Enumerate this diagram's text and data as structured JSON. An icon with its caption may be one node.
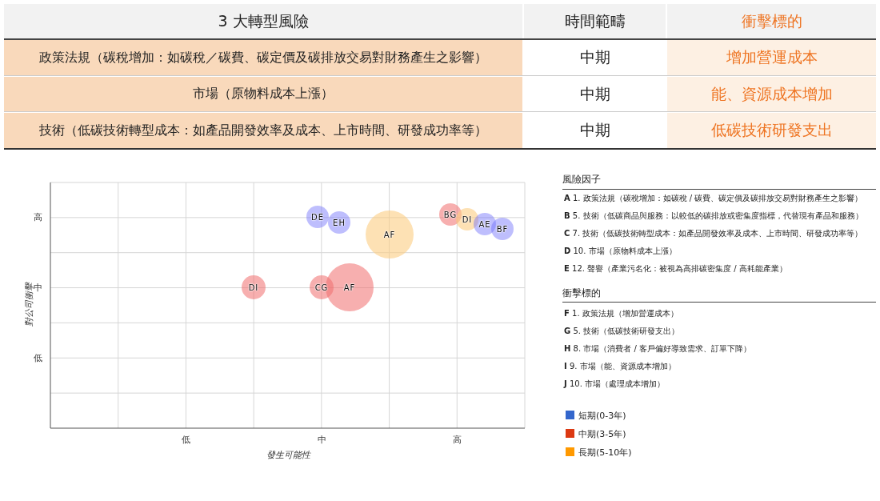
{
  "diagram": {
    "nodes": [
      {
        "text": [
          "DE"
        ]
      },
      {
        "text": [
          "EH"
        ]
      },
      {
        "text": [
          "BG"
        ]
      },
      {
        "text": [
          "DI"
        ]
      },
      {
        "text": [
          "AE"
        ]
      },
      {
        "text": [
          "BF"
        ]
      },
      {
        "text": [
          "AF"
        ]
      },
      {
        "text": [
          "DI"
        ]
      },
      {
        "text": [
          "CG"
        ]
      },
      {
        "text": [
          "AF"
        ]
      }
    ],
    "labels": [
      "3 大轉型風險",
      "時間範疇",
      "衝擊標的",
      "政策法規（碳稅增加：如碳稅／碳費、碳定價及碳排放交易對財務產生之影響）",
      "中期",
      "增加營運成本",
      "市場（原物料成本上漲）",
      "中期",
      "能、資源成本增加",
      "技術（低碳技術轉型成本：如產品開發效率及成本、上市時間、研發成功率等）",
      "中期",
      "低碳技術研發支出",
      "對公司衝擊",
      "高",
      "中",
      "低",
      "低",
      "中",
      "高",
      "發生可能性",
      "風險因子",
      "**A** 1. 政策法規（碳稅增加：如碳稅 / 碳費、碳定價及碳排放交易對財務產生之影響）",
      "**B** 5. 技術（低碳商品與服務：以較低的碳排放或密集度指標，代替現有產品和服務）",
      "**C** 7. 技術（低碳技術轉型成本：如產品開發效率及成本、上市時間、研發成功率等）",
      "**D** 10. 市場（原物料成本上漲）",
      "**E** 12. 聲譽（產業污名化：被視為高排碳密集度 / 高耗能產業）",
      "衝擊標的",
      "**F** 1. 政策法規（增加營運成本）",
      "**G** 5. 技術（低碳技術研發支出）",
      "**H** 8. 市場（消費者 / 客戶偏好導致需求、訂單下降）",
      "**I** 9. 市場（能、資源成本增加）",
      "**J** 10. 市場（處理成本增加）"
    ],
    "legend": [
      {
        "text": "短期(0-3年)",
        "color": "#3366cc"
      },
      {
        "text": "中期(3-5年)",
        "color": "#dc3912"
      },
      {
        "text": "長期(5-10年)",
        "color": "#ff9900"
      }
    ]
  }
}
